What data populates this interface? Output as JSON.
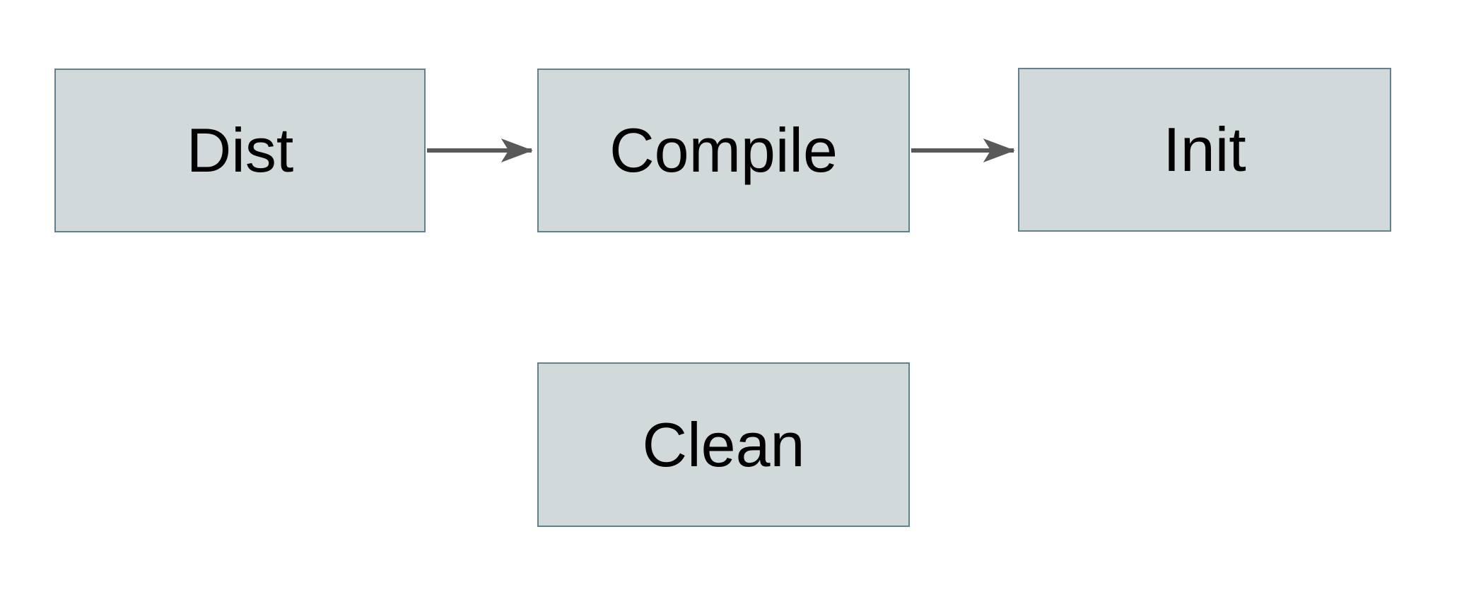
{
  "diagram": {
    "type": "flowchart",
    "colors": {
      "background": "#ffffff",
      "node_fill": "#d2d9db",
      "node_border": "#64808d",
      "arrow": "#595959",
      "text": "#000000"
    },
    "nodes": [
      {
        "id": "dist",
        "label": "Dist"
      },
      {
        "id": "compile",
        "label": "Compile"
      },
      {
        "id": "init",
        "label": "Init"
      },
      {
        "id": "clean",
        "label": "Clean"
      }
    ],
    "edges": [
      {
        "from": "dist",
        "to": "compile"
      },
      {
        "from": "compile",
        "to": "init"
      }
    ]
  }
}
